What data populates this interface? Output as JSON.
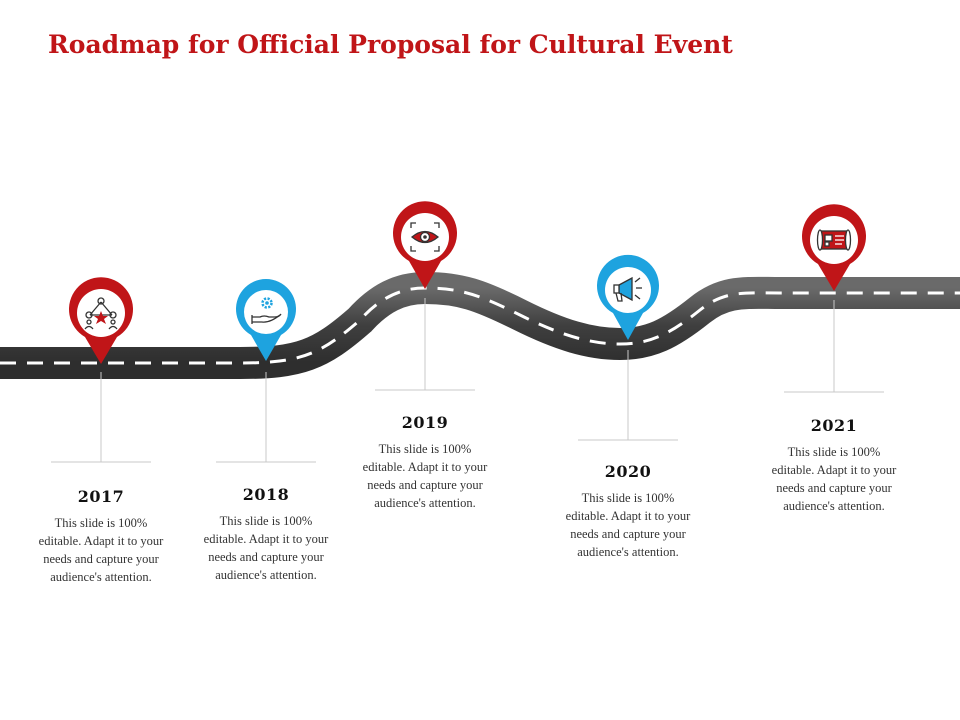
{
  "title": "Roadmap for Official Proposal for Cultural Event",
  "colors": {
    "red": "#c01518",
    "blue": "#1ea3df",
    "road": "#4b4b4b"
  },
  "milestones": [
    {
      "year": "2017",
      "text": "This slide is 100% editable. Adapt it to your needs and capture your audience's attention.",
      "icon": "team-star-icon",
      "color": "red"
    },
    {
      "year": "2018",
      "text": "This slide is 100% editable. Adapt it to your needs and capture your audience's attention.",
      "icon": "hand-gear-icon",
      "color": "blue"
    },
    {
      "year": "2019",
      "text": "This slide is 100% editable. Adapt it to your needs and capture your audience's attention.",
      "icon": "eye-focus-icon",
      "color": "red"
    },
    {
      "year": "2020",
      "text": "This slide is 100% editable. Adapt it to your needs and capture your audience's attention.",
      "icon": "megaphone-icon",
      "color": "blue"
    },
    {
      "year": "2021",
      "text": "This slide is 100% editable. Adapt it to your needs and capture your audience's attention.",
      "icon": "blueprint-icon",
      "color": "red"
    }
  ]
}
